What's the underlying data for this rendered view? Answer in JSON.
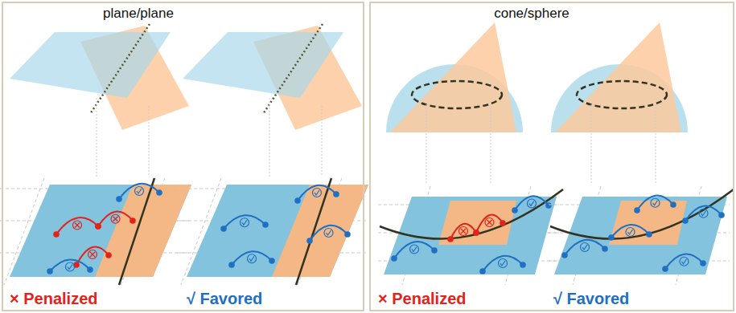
{
  "diagram": {
    "nodes": [
      {
        "text": [
          "plane/plane"
        ]
      },
      {
        "text": [
          "cone/sphere"
        ]
      }
    ],
    "labels": [
      "× Penalized",
      "√ Favored",
      "× Penalized",
      "√ Favored"
    ]
  }
}
